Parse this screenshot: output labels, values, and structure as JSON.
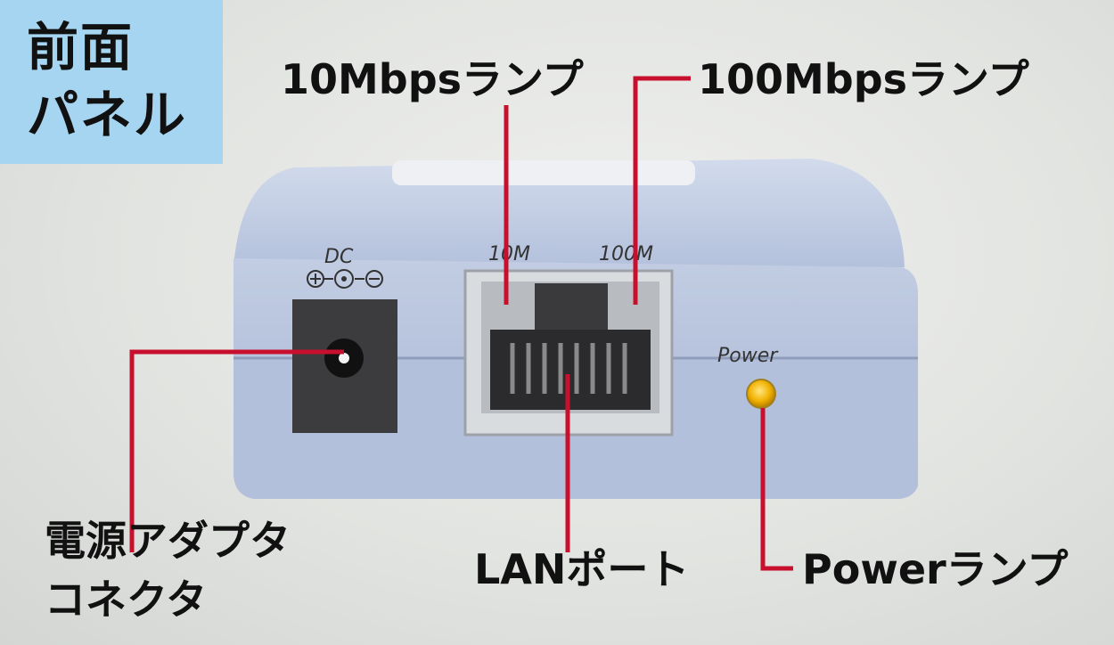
{
  "panel_title": {
    "line1": "前面",
    "line2": "パネル"
  },
  "device_labels": {
    "dc": "DC",
    "m10": "10M",
    "m100": "100M",
    "power": "Power"
  },
  "callouts": {
    "lamp_10m": "10Mbpsランプ",
    "lamp_100m": "100Mbpsランプ",
    "adapter_line1": "電源アダプタ",
    "adapter_line2": "コネクタ",
    "lan_port": "LANポート",
    "power_lamp": "Powerランプ"
  },
  "colors": {
    "leader_line": "#c8102e",
    "title_bg": "#a5d5f0",
    "device_body": "#b6c3dc",
    "power_led": "#f1b200"
  }
}
